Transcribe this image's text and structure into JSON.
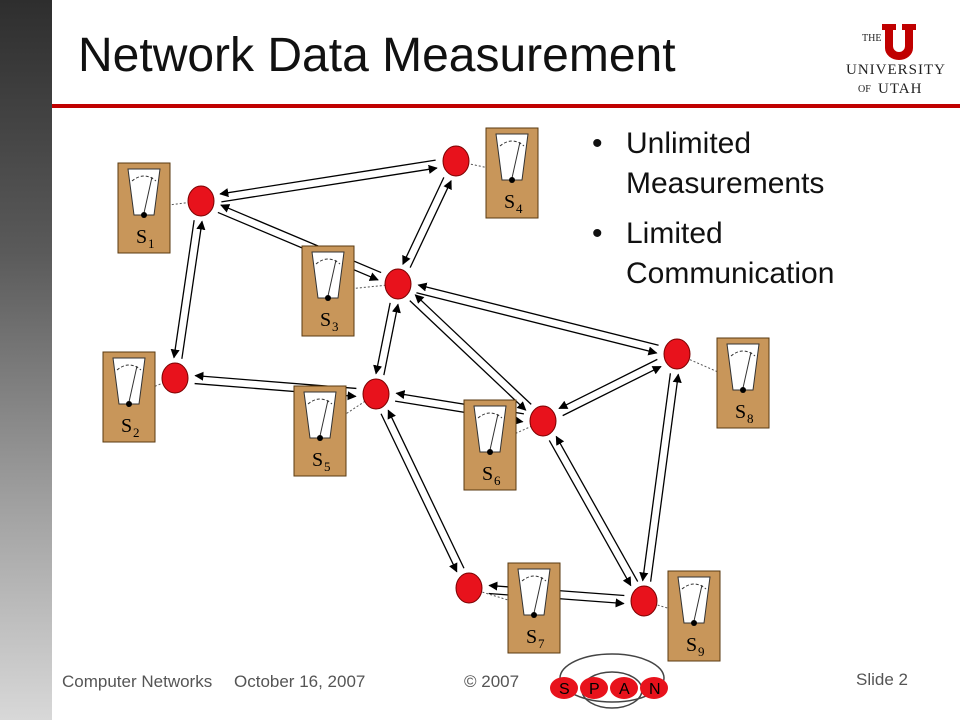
{
  "title": "Network Data Measurement",
  "logo": {
    "the": "THE",
    "university": "UNIVERSITY",
    "of": "OF",
    "utah": "UTAH"
  },
  "bullets": [
    {
      "marker": "•",
      "text_line1": "Unlimited",
      "text_line2": "Measurements"
    },
    {
      "marker": "•",
      "text_line1": "Limited",
      "text_line2": "Communication"
    }
  ],
  "sensors": [
    {
      "id": "s1",
      "label": "S",
      "sub": "1"
    },
    {
      "id": "s2",
      "label": "S",
      "sub": "2"
    },
    {
      "id": "s3",
      "label": "S",
      "sub": "3"
    },
    {
      "id": "s4",
      "label": "S",
      "sub": "4"
    },
    {
      "id": "s5",
      "label": "S",
      "sub": "5"
    },
    {
      "id": "s6",
      "label": "S",
      "sub": "6"
    },
    {
      "id": "s7",
      "label": "S",
      "sub": "7"
    },
    {
      "id": "s8",
      "label": "S",
      "sub": "8"
    },
    {
      "id": "s9",
      "label": "S",
      "sub": "9"
    }
  ],
  "footer": {
    "course": "Computer Networks",
    "date": "October 16, 2007",
    "copyright": "© 2007",
    "slide": "Slide 2",
    "span_letters": [
      "S",
      "P",
      "A",
      "N"
    ]
  },
  "colors": {
    "accent_red": "#c00000",
    "node_fill": "#e8121c",
    "sensor_fill": "#c8965a",
    "title_rule": "#c00000"
  }
}
